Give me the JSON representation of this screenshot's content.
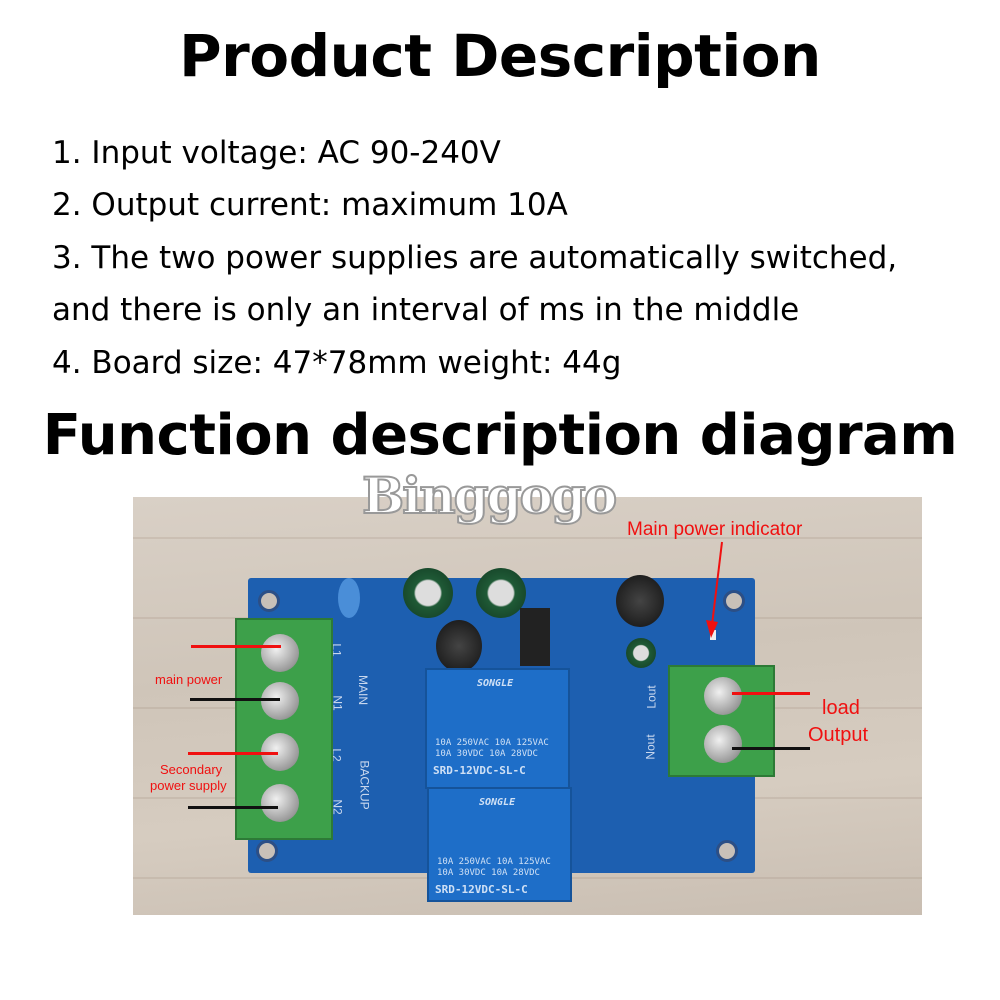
{
  "title": "Product Description",
  "specs": [
    "1. Input voltage: AC 90-240V",
    "2. Output current: maximum 10A",
    "3. The two power supplies are automatically switched,",
    "and there is only an interval of ms in the middle",
    "4. Board size: 47*78mm weight: 44g"
  ],
  "subtitle": "Function description diagram",
  "watermark": "Binggogo",
  "diagram": {
    "labels": {
      "indicator": "Main power indicator",
      "main_power": "main power",
      "secondary_1": "Secondary",
      "secondary_2": "power supply",
      "load": "load",
      "output": "Output"
    },
    "silkscreen": [
      "L1",
      "N1",
      "L2",
      "N2",
      "MAIN",
      "BACKUP",
      "Lout",
      "Nout"
    ],
    "relay": {
      "brand": "SONGLE",
      "rating1": "10A 250VAC 10A 125VAC",
      "rating2": "10A  30VDC 10A  28VDC",
      "model": "SRD-12VDC-SL-C"
    },
    "colors": {
      "label": "#f01010",
      "live_wire": "#f01010",
      "neutral_wire": "#111111",
      "board": "#1d5fb0",
      "terminal": "#3da04a"
    }
  }
}
